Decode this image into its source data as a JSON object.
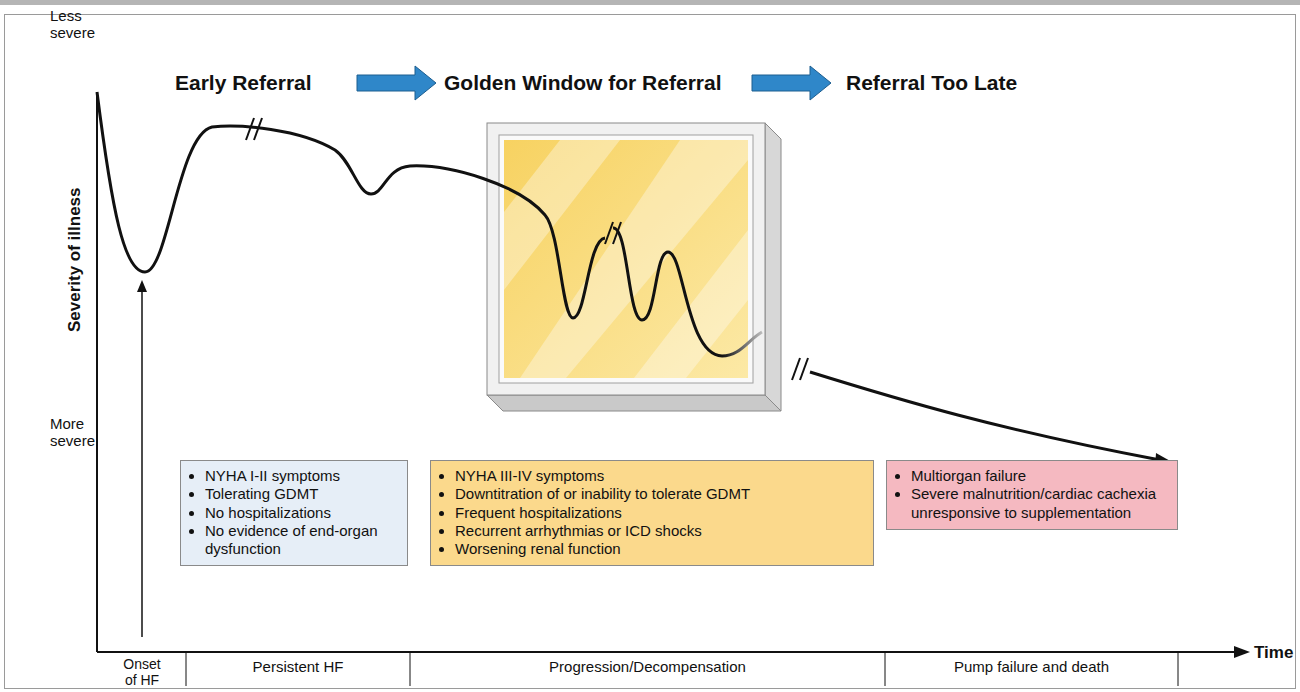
{
  "diagram": {
    "nodes": [
      {
        "text": [
          "NYHA I-II symptoms",
          "Tolerating GDMT",
          "No hospitalizations",
          "No evidence of end-organ dysfunction"
        ]
      },
      {
        "text": [
          "NYHA III-IV symptoms",
          "Downtitration of or inability to tolerate GDMT",
          "Frequent hospitalizations",
          "Recurrent arrhythmias or ICD shocks",
          "Worsening renal function"
        ]
      },
      {
        "text": [
          "Multiorgan failure",
          "Severe malnutrition/cardiac cachexia unresponsive to supplementation"
        ]
      }
    ],
    "labels": [
      "Early Referral",
      "Golden Window for Referral",
      "Referral Too Late",
      "Less severe",
      "Severity of illness",
      "More severe",
      "Time",
      "Onset of HF",
      "Persistent HF",
      "Progression/Decompensation",
      "Pump failure and death"
    ]
  }
}
